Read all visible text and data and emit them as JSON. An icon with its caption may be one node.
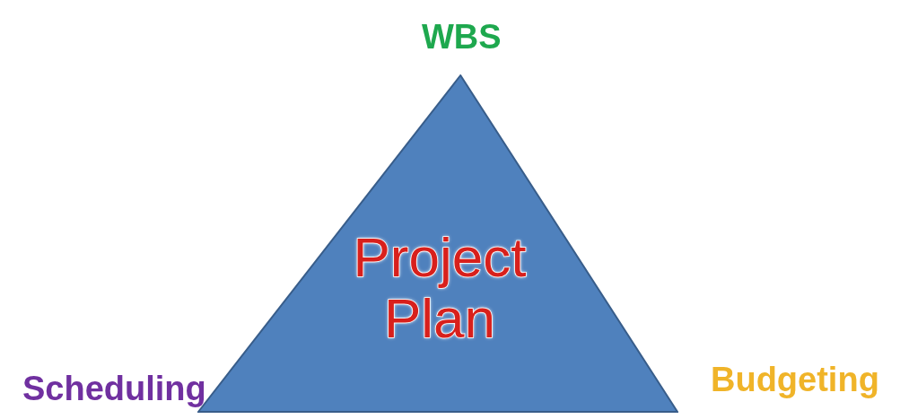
{
  "diagram": {
    "nodes": [
      {
        "text": [
          "Project Plan"
        ]
      }
    ],
    "labels": [
      "WBS",
      "Scheduling",
      "Budgeting"
    ]
  }
}
